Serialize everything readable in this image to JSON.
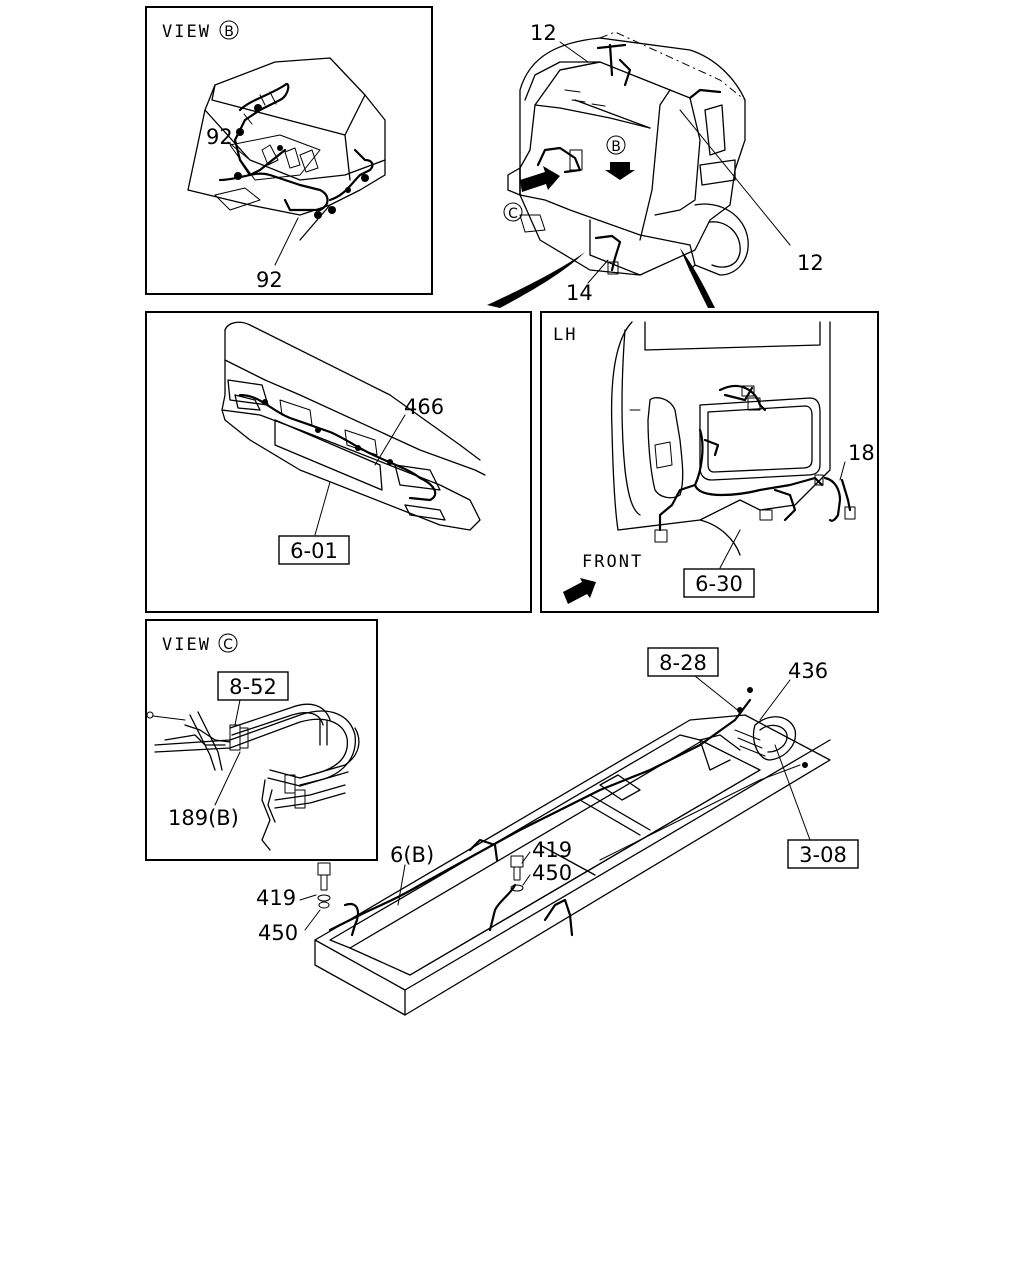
{
  "panels": {
    "view_b": {
      "title": "VIEW",
      "marker": "B"
    },
    "view_c": {
      "title": "VIEW",
      "marker": "C"
    },
    "lh": {
      "title": "LH",
      "front_label": "FRONT"
    }
  },
  "cab_markers": {
    "b": "B",
    "c": "C"
  },
  "callouts": {
    "c12a": "12",
    "c12b": "12",
    "c14": "14",
    "c92a": "92",
    "c92b": "92",
    "c466": "466",
    "c18": "18",
    "c436": "436",
    "c189b": "189(B)",
    "c6b": "6(B)",
    "c419a": "419",
    "c450a": "450",
    "c419b": "419",
    "c450b": "450"
  },
  "boxed_refs": {
    "r601": "6-01",
    "r630": "6-30",
    "r852": "8-52",
    "r828": "8-28",
    "r308": "3-08"
  }
}
